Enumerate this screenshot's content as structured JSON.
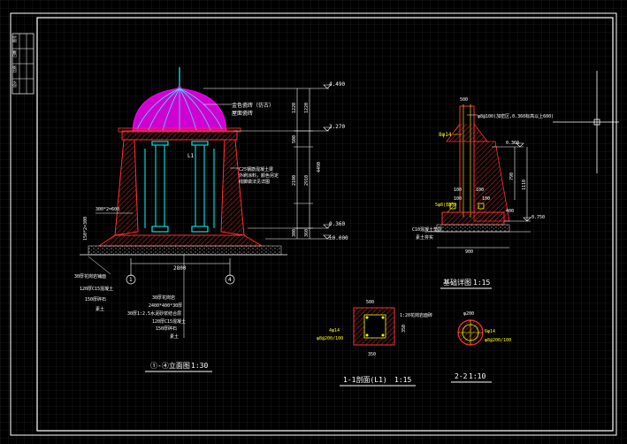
{
  "colors": {
    "background": "#000000",
    "grid": "#2b2b2b",
    "frame": "#ffffff",
    "dome": "#ff00ff",
    "structure": "#00ffff",
    "section": "#ff3030",
    "dimension": "#ffffff",
    "note": "#ffff00"
  },
  "left_drawing": {
    "axis_labels": [
      "1",
      "4"
    ],
    "column_tag": "L1",
    "dome_note_1": "金色瓷砖（仿古）",
    "dome_note_2": "屋面瓷砖",
    "ring_note_1": "C25钢筋混凝土梁",
    "ring_note_2": "外刷涂料，颜色另定",
    "ring_note_3": "线脚做法见详图",
    "base_dim": "300*2=600",
    "step_dim": "150*2=300",
    "width_dim": "2800",
    "elevations": [
      "4.490",
      "3.270",
      "0.360",
      "±0.000"
    ],
    "vertical_dims": [
      "1220",
      "1220",
      "500",
      "4490",
      "2910",
      "2100",
      "300",
      "360"
    ],
    "foundation_notes_left": [
      "30厚花岗岩铺面",
      "120厚C15混凝土",
      "150厚碎石",
      "素土"
    ],
    "foundation_notes_right": [
      "30厚花岗岩",
      "2400*400*30厚",
      "30厚1:2.5水泥砂浆结合层",
      "120厚C15混凝土",
      "150厚碎石",
      "素土"
    ],
    "title": "①-④立面图",
    "scale": "1:30"
  },
  "right_drawing": {
    "top_dim": "500",
    "rebar_note": "φ8@100(加密区,0.360标高以上600)",
    "rebar_label": "8φ14",
    "elevations": [
      "0.360",
      "-0.750"
    ],
    "vertical_dims": [
      "790",
      "1110"
    ],
    "small_dims": [
      "100",
      "100",
      "100",
      "100",
      "400"
    ],
    "steel_label": "5φ8(双向)",
    "base_note_1": "C10混凝土垫层",
    "base_note_2": "素土夯实",
    "base_width": "900",
    "title": "基础详图",
    "scale": "1:15"
  },
  "section_a": {
    "top_dim": "500",
    "note": "1:20花岗岩面砖",
    "rebar_1": "4φ14",
    "rebar_2": "φ8@200/100",
    "side_dim": "350",
    "bottom_dim": "350",
    "title": "1-1剖面(L1)",
    "scale": "1:15"
  },
  "section_b": {
    "top_dim": "φ200",
    "rebar_1": "6φ14",
    "rebar_2": "φ8@200/100",
    "title": "2-2",
    "scale": "1:10"
  },
  "title_block": {
    "entries": [
      "图号",
      "日期",
      "比例",
      "设计"
    ]
  }
}
